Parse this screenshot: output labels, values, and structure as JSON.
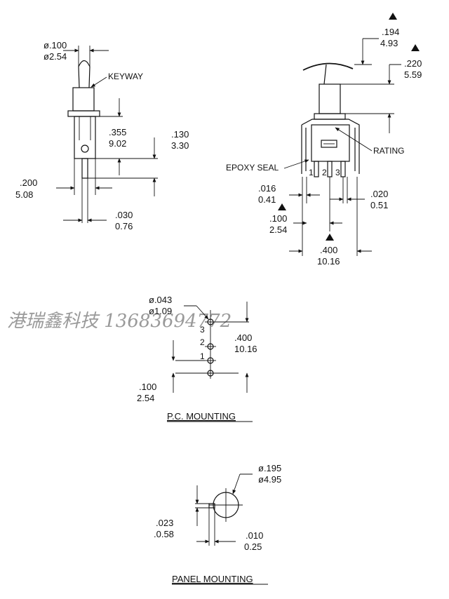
{
  "side_view": {
    "diameter_in": "ø.100",
    "diameter_mm": "ø2.54",
    "keyway_label": "KEYWAY",
    "height_in": ".355",
    "height_mm": "9.02",
    "pin_len_in": ".130",
    "pin_len_mm": "3.30",
    "width_in": ".200",
    "width_mm": "5.08",
    "pin_w_in": ".030",
    "pin_w_mm": "0.76"
  },
  "front_view": {
    "lever_in": ".194",
    "lever_mm": "4.93",
    "bushing_in": ".220",
    "bushing_mm": "5.59",
    "rating_label": "RATING",
    "epoxy_label": "EPOXY SEAL",
    "pins": [
      "1",
      "2",
      "3"
    ],
    "pin_thk_in": ".016",
    "pin_thk_mm": "0.41",
    "pin_pitch_in": ".100",
    "pin_pitch_mm": "2.54",
    "pin_w_in": ".020",
    "pin_w_mm": "0.51",
    "body_w_in": ".400",
    "body_w_mm": "10.16"
  },
  "watermark": "港瑞鑫科技   13683694772",
  "pc_mounting": {
    "hole_in": "ø.043",
    "hole_mm": "ø1.09",
    "pins": [
      "3",
      "2",
      "1"
    ],
    "span_in": ".400",
    "span_mm": "10.16",
    "pitch_in": ".100",
    "pitch_mm": "2.54",
    "title": "P.C.  MOUNTING"
  },
  "panel_mounting": {
    "hole_in": "ø.195",
    "hole_mm": "ø4.95",
    "offset_in": ".023",
    "offset_mm": ".0.58",
    "key_in": ".010",
    "key_mm": "0.25",
    "title": "PANEL MOUNTING"
  },
  "colors": {
    "line": "#111111",
    "watermark": "#9a9a9a",
    "background": "#ffffff"
  }
}
